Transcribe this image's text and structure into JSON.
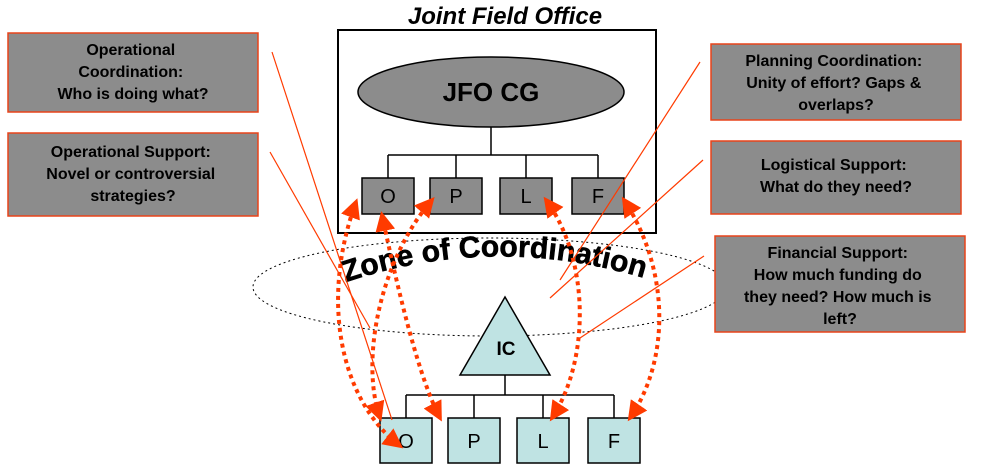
{
  "title": "Joint Field Office",
  "jfo": {
    "label": "JFO CG"
  },
  "jfo_units": [
    "O",
    "P",
    "L",
    "F"
  ],
  "ic": {
    "label": "IC"
  },
  "ic_units": [
    "O",
    "P",
    "L",
    "F"
  ],
  "zone": {
    "label": "Zone of Coordination"
  },
  "callouts_left": [
    {
      "lines": [
        "Operational",
        "Coordination:",
        "Who is doing what?"
      ]
    },
    {
      "lines": [
        "Operational Support:",
        "Novel or controversial",
        "strategies?"
      ]
    }
  ],
  "callouts_right": [
    {
      "lines": [
        "Planning Coordination:",
        "Unity of effort? Gaps &",
        "overlaps?"
      ]
    },
    {
      "lines": [
        "Logistical Support:",
        "What do they need?"
      ]
    },
    {
      "lines": [
        "Financial Support:",
        "How much funding do",
        "they need? How much is",
        "left?"
      ]
    }
  ],
  "colors": {
    "callout_fill": "#8c8c8c",
    "callout_border": "#e8431a",
    "unit_top_fill": "#8c8c8c",
    "unit_bottom_fill": "#bfe3e3",
    "jfo_ellipse_fill": "#8c8c8c",
    "ic_fill": "#bfe3e3",
    "arrow": "#ff3b00"
  }
}
